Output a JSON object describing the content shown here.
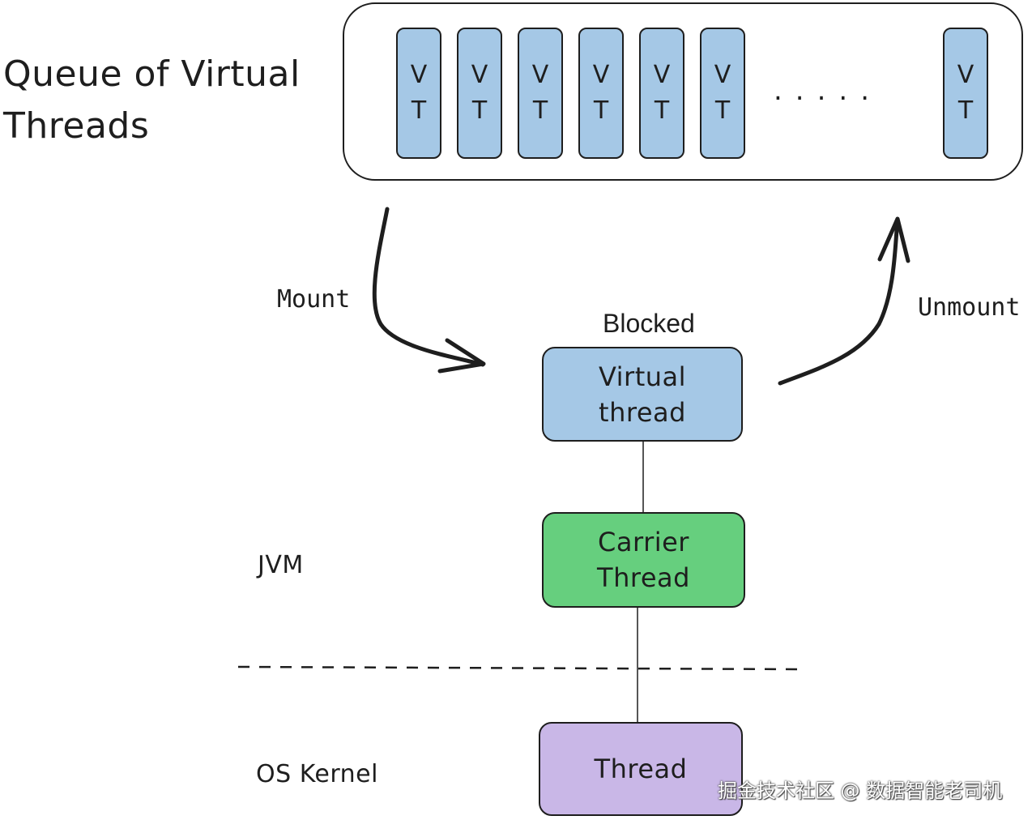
{
  "queue": {
    "title_line1": "Queue of Virtual",
    "title_line2": "Threads",
    "items": [
      {
        "line1": "V",
        "line2": "T"
      },
      {
        "line1": "V",
        "line2": "T"
      },
      {
        "line1": "V",
        "line2": "T"
      },
      {
        "line1": "V",
        "line2": "T"
      },
      {
        "line1": "V",
        "line2": "T"
      },
      {
        "line1": "V",
        "line2": "T"
      }
    ],
    "ellipsis": ".....",
    "last_item": {
      "line1": "V",
      "line2": "T"
    }
  },
  "arrows": {
    "mount_label": "Mount",
    "unmount_label": "Unmount"
  },
  "virtual_thread": {
    "status": "Blocked",
    "line1": "Virtual",
    "line2": "thread"
  },
  "carrier_thread": {
    "line1": "Carrier",
    "line2": "Thread"
  },
  "os_thread": {
    "label": "Thread"
  },
  "layers": {
    "jvm": "JVM",
    "os_kernel": "OS Kernel"
  },
  "colors": {
    "virtual": "#a5c8e6",
    "carrier": "#66cf7e",
    "os": "#c9b7e7",
    "stroke": "#1e1e1e"
  },
  "watermark": "掘金技术社区 @ 数据智能老司机"
}
